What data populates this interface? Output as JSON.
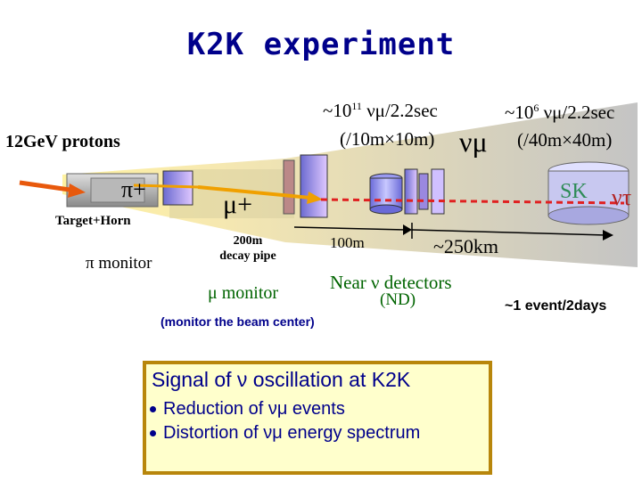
{
  "title": "K2K experiment",
  "flux_near": {
    "line1_prefix": "~10",
    "line1_exp": "11",
    "line1_suffix": " νμ/2.2sec",
    "line2": "(/10m×10m)"
  },
  "flux_far": {
    "line1_prefix": "~10",
    "line1_exp": "6",
    "line1_suffix": " νμ/2.2sec",
    "line2": "(/40m×40m)"
  },
  "numu_label": "νμ",
  "protons_label": "12GeV protons",
  "pion_label": "π+",
  "muon_label": "μ+",
  "target_label": "Target+Horn",
  "pion_monitor_label": "π monitor",
  "decay_pipe_label_line1": "200m",
  "decay_pipe_label_line2": "decay pipe",
  "distance_near_label": "100m",
  "distance_far_label": "~250km",
  "muon_monitor_label": "μ monitor",
  "near_detectors_label": "Near ν detectors",
  "nd_label": "(ND)",
  "event_rate_label": "~1 event/2days",
  "beam_center_label": "(monitor the beam center)",
  "sk_label": "SK",
  "nutau_label": "ντ",
  "signal_box": {
    "title": "Signal of ν oscillation at K2K",
    "items": [
      "Reduction of νμ events",
      "Distortion of νμ energy spectrum"
    ]
  },
  "colors": {
    "title": "#00008b",
    "proton_arrow": "#e8590c",
    "beam_gradient_start": "#fff2a0",
    "beam_gradient_end": "#bfbfbf",
    "box_fill": "#ffffcc",
    "box_border": "#b8860b",
    "near_text": "#006400",
    "sk_text": "#2e8b57"
  }
}
